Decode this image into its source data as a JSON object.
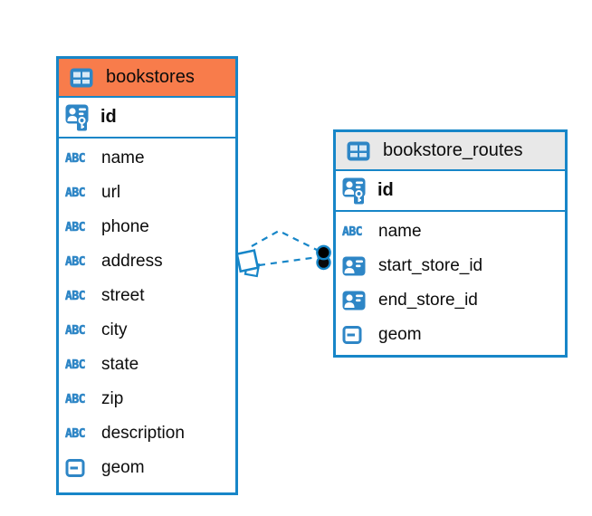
{
  "colors": {
    "table_border": "#1786c8",
    "icon_blue": "#2e86c6",
    "bookstores_header": "#f87c4b",
    "routes_header": "#e8e8e8",
    "relationship_line": "#1786c8",
    "text": "#0c0c0c"
  },
  "tables": [
    {
      "name": "bookstores",
      "primary_key": {
        "name": "id"
      },
      "columns": [
        {
          "name": "name",
          "type": "text"
        },
        {
          "name": "url",
          "type": "text"
        },
        {
          "name": "phone",
          "type": "text"
        },
        {
          "name": "address",
          "type": "text"
        },
        {
          "name": "street",
          "type": "text"
        },
        {
          "name": "city",
          "type": "text"
        },
        {
          "name": "state",
          "type": "text"
        },
        {
          "name": "zip",
          "type": "text"
        },
        {
          "name": "description",
          "type": "text"
        },
        {
          "name": "geom",
          "type": "geometry"
        }
      ]
    },
    {
      "name": "bookstore_routes",
      "primary_key": {
        "name": "id"
      },
      "columns": [
        {
          "name": "name",
          "type": "text"
        },
        {
          "name": "start_store_id",
          "type": "reference"
        },
        {
          "name": "end_store_id",
          "type": "reference"
        },
        {
          "name": "geom",
          "type": "geometry"
        }
      ]
    }
  ],
  "relationships": [
    {
      "from_table": "bookstore_routes",
      "from_column": "start_store_id",
      "to_table": "bookstores",
      "to_column": "id",
      "line_style": "dashed"
    },
    {
      "from_table": "bookstore_routes",
      "from_column": "end_store_id",
      "to_table": "bookstores",
      "to_column": "id",
      "line_style": "dashed"
    }
  ],
  "icon_names": {
    "table": "table-icon",
    "pk": "primary-key-icon",
    "fk": "foreign-key-icon",
    "text": "text-type-icon",
    "geometry": "geometry-type-icon"
  }
}
